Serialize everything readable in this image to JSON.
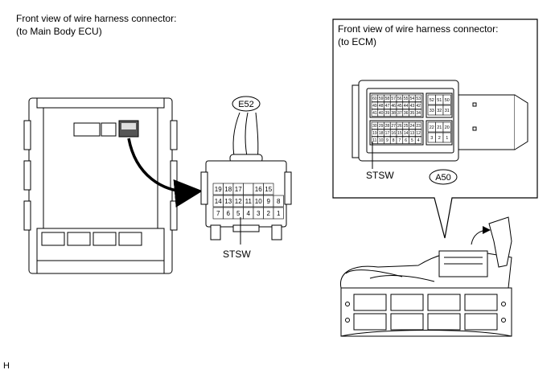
{
  "left_caption": {
    "line1": "Front view of wire harness connector:",
    "line2": "(to Main Body ECU)"
  },
  "right_caption": {
    "line1": "Front view of wire harness connector:",
    "line2": "(to ECM)"
  },
  "connector_e52": {
    "id": "E52",
    "terminal_label": "STSW",
    "pins_row1": [
      "19",
      "18",
      "17",
      "",
      "16",
      "15"
    ],
    "pins_row2": [
      "14",
      "13",
      "12",
      "11",
      "10",
      "9",
      "8"
    ],
    "pins_row3": [
      "7",
      "6",
      "5",
      "4",
      "3",
      "2",
      "1"
    ]
  },
  "connector_a50": {
    "id": "A50",
    "terminal_label": "STSW",
    "left_block_rows": [
      [
        "60",
        "59",
        "58",
        "57",
        "56",
        "55",
        "54",
        "53"
      ],
      [
        "49",
        "48",
        "47",
        "46",
        "45",
        "44",
        "43",
        "42"
      ],
      [
        "41",
        "40",
        "39",
        "38",
        "37",
        "36",
        "35",
        "34"
      ],
      [
        "30",
        "29",
        "28",
        "27",
        "26",
        "25",
        "24",
        "23"
      ],
      [
        "19",
        "18",
        "17",
        "16",
        "15",
        "14",
        "13",
        "12"
      ],
      [
        "11",
        "10",
        "9",
        "8",
        "7",
        "6",
        "5",
        "4"
      ]
    ],
    "right_block_rows": [
      [
        "52",
        "51",
        "50"
      ],
      [
        "33",
        "32",
        "31"
      ],
      [
        "22",
        "21",
        "20"
      ],
      [
        "3",
        "2",
        "1"
      ]
    ]
  },
  "footer_letter": "H"
}
